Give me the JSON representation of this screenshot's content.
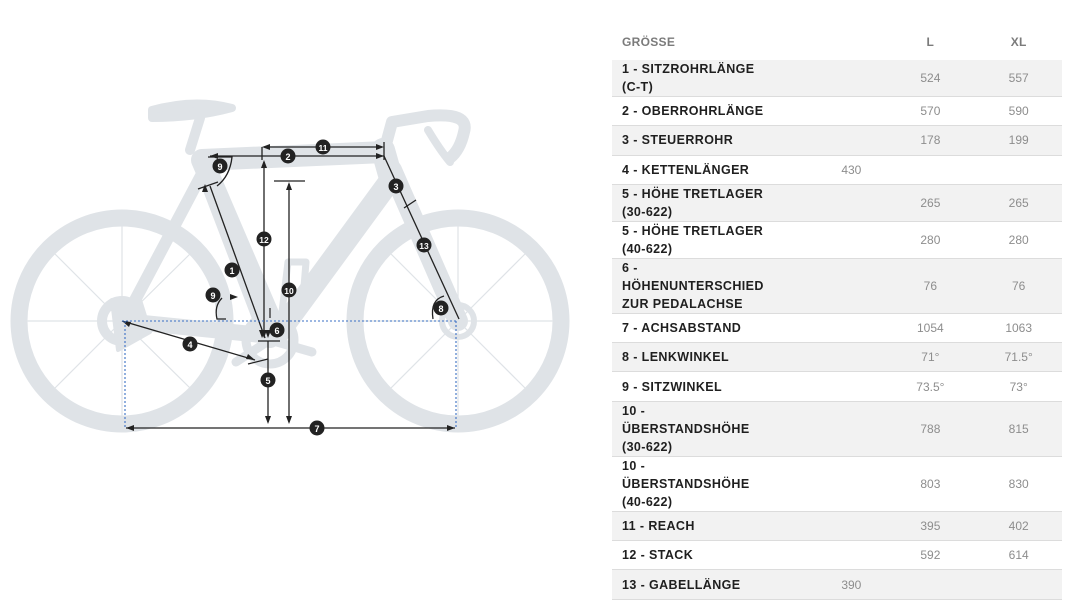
{
  "table": {
    "header": {
      "label": "GRÖSSE",
      "size_l": "L",
      "size_xl": "XL"
    },
    "rows": [
      {
        "label": "1 - SITZROHRLÄNGE (C-T)",
        "common": "",
        "l": "524",
        "xl": "557"
      },
      {
        "label": "2 - OBERROHRLÄNGE",
        "common": "",
        "l": "570",
        "xl": "590"
      },
      {
        "label": "3 - STEUERROHR",
        "common": "",
        "l": "178",
        "xl": "199"
      },
      {
        "label": "4 - KETTENLÄNGER",
        "common": "430",
        "l": "",
        "xl": ""
      },
      {
        "label": "5 - HÖHE TRETLAGER (30-622)",
        "common": "",
        "l": "265",
        "xl": "265"
      },
      {
        "label": "5 - HÖHE TRETLAGER (40-622)",
        "common": "",
        "l": "280",
        "xl": "280"
      },
      {
        "label": "6 - HÖHENUNTERSCHIED ZUR PEDALACHSE",
        "common": "",
        "l": "76",
        "xl": "76"
      },
      {
        "label": "7 - ACHSABSTAND",
        "common": "",
        "l": "1054",
        "xl": "1063"
      },
      {
        "label": "8 - LENKWINKEL",
        "common": "",
        "l": "71°",
        "xl": "71.5°"
      },
      {
        "label": "9 - SITZWINKEL",
        "common": "",
        "l": "73.5°",
        "xl": "73°"
      },
      {
        "label": "10 - ÜBERSTANDSHÖHE (30-622)",
        "common": "",
        "l": "788",
        "xl": "815"
      },
      {
        "label": "10 - ÜBERSTANDSHÖHE (40-622)",
        "common": "",
        "l": "803",
        "xl": "830"
      },
      {
        "label": "11 - REACH",
        "common": "",
        "l": "395",
        "xl": "402"
      },
      {
        "label": "12 - STACK",
        "common": "",
        "l": "592",
        "xl": "614"
      },
      {
        "label": "13 - GABELLÄNGE",
        "common": "390",
        "l": "",
        "xl": ""
      }
    ]
  },
  "diagram": {
    "markers": [
      "1",
      "2",
      "3",
      "4",
      "5",
      "6",
      "7",
      "8",
      "9",
      "10",
      "11",
      "12",
      "13"
    ],
    "colors": {
      "bike": "#dfe3e7",
      "lines": "#222222",
      "dotted": "#3a6fc4",
      "row_alt": "#f2f2f2"
    }
  }
}
